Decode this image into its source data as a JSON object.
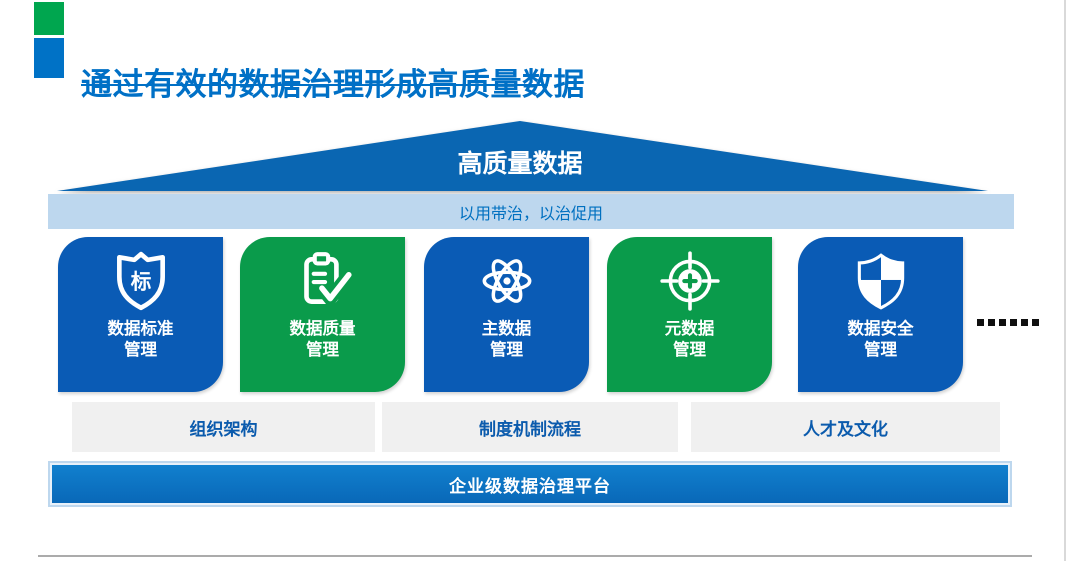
{
  "slide": {
    "title": "通过有效的数据治理形成高质量数据",
    "roof_label": "高质量数据",
    "band_label": "以用带治，以治促用",
    "cards": [
      {
        "label": "数据标准\n管理",
        "icon": "standard-shield-icon",
        "color": "#0A5BB5",
        "icon_glyph": "标"
      },
      {
        "label": "数据质量\n管理",
        "icon": "quality-checklist-icon",
        "color": "#0A9B4B"
      },
      {
        "label": "主数据\n管理",
        "icon": "atom-icon",
        "color": "#0A5BB5"
      },
      {
        "label": "元数据\n管理",
        "icon": "metadata-target-icon",
        "color": "#0A9B4B"
      },
      {
        "label": "数据安全\n管理",
        "icon": "security-shield-icon",
        "color": "#0A5BB5"
      }
    ],
    "more_indicator": "......",
    "pillars": [
      "组织架构",
      "制度机制流程",
      "人才及文化"
    ],
    "platform_label": "企业级数据治理平台",
    "colors": {
      "title_blue": "#0070C6",
      "accent_green_square": "#00A64F",
      "accent_blue_square": "#0072C6",
      "roof_blue": "#0A66B2",
      "band_light_blue": "#BDD7EE",
      "band_text_blue": "#0070C0",
      "card_blue": "#0A5BB5",
      "card_green": "#0A9B4B",
      "pillar_gray": "#F0F0F0",
      "pillar_text_blue": "#0B5BAD",
      "platform_blue": "#0C74C4",
      "frame_line_gray": "#D9D9D9"
    }
  }
}
